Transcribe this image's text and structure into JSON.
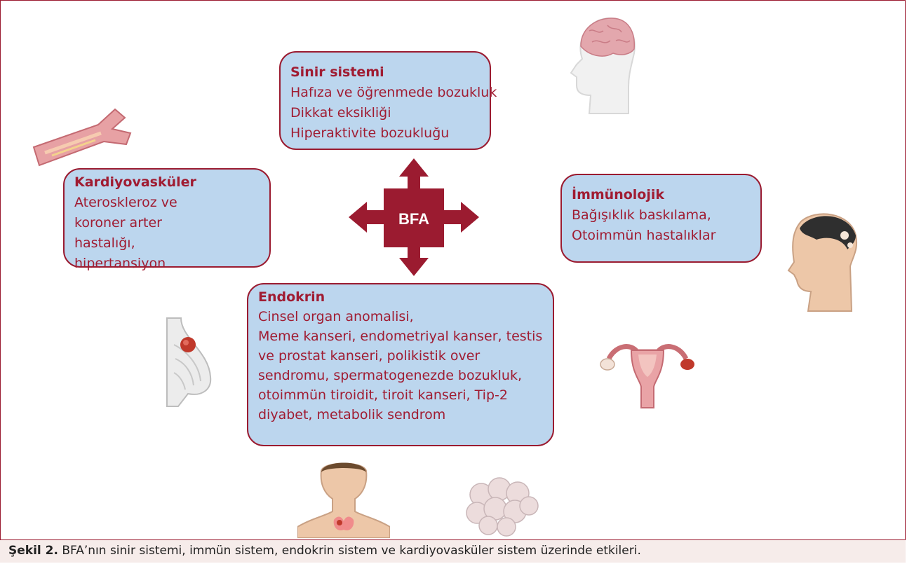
{
  "center_label": "BFA",
  "boxes": {
    "sinir": {
      "title": "Sinir sistemi",
      "lines": [
        "Hafıza ve öğrenmede bozukluk",
        "Dikkat eksikliği",
        "Hiperaktivite bozukluğu"
      ]
    },
    "kardio": {
      "title": "Kardiyovasküler",
      "lines": [
        "Ateroskleroz ve",
        "koroner arter",
        "hastalığı,",
        "hipertansiyon"
      ]
    },
    "immuno": {
      "title": "İmmünolojik",
      "lines": [
        "Bağışıklık baskılama,",
        "Otoimmün hastalıklar"
      ]
    },
    "endo": {
      "title": "Endokrin",
      "lines": [
        "Cinsel organ anomalisi,",
        "Meme kanseri, endometriyal kanser, testis ve prostat kanseri, polikistik over sendromu, spermatogenezde bozukluk, otoimmün tiroidit, tiroit kanseri, Tip-2 diyabet, metabolik sendrom"
      ]
    }
  },
  "caption": {
    "label": "Şekil 2.",
    "text": " BFA’nın sinir sistemi, immün sistem, endokrin sistem ve kardiyovasküler sistem üzerinde etkileri."
  },
  "colors": {
    "accent": "#9b1b30",
    "box_fill": "#bcd6ee",
    "caption_bg": "#f6ecea"
  },
  "icons": [
    "brain-head-illustration",
    "blood-vessel-illustration",
    "head-skin-illustration",
    "breast-tumor-illustration",
    "uterus-illustration",
    "thyroid-man-illustration",
    "adipose-tissue-illustration"
  ]
}
